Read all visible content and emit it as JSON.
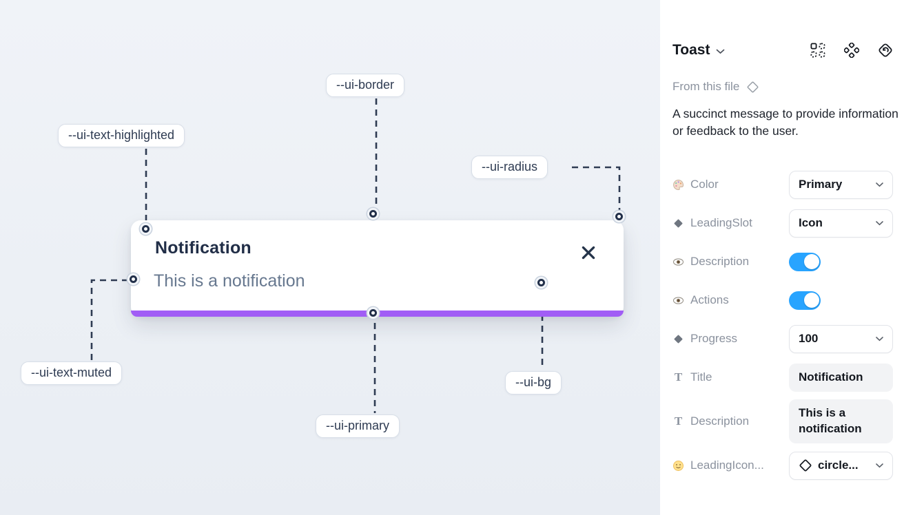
{
  "canvas": {
    "toast": {
      "title": "Notification",
      "description": "This is a notification"
    },
    "annotations": [
      {
        "label": "--ui-border"
      },
      {
        "label": "--ui-text-highlighted"
      },
      {
        "label": "--ui-radius"
      },
      {
        "label": "--ui-text-muted"
      },
      {
        "label": "--ui-primary"
      },
      {
        "label": "--ui-bg"
      }
    ]
  },
  "panel": {
    "title": "Toast",
    "source_label": "From this file",
    "description": "A succinct message to provide information or feedback to the user.",
    "properties": [
      {
        "icon": "palette-icon",
        "label": "Color",
        "control": "select",
        "value": "Primary"
      },
      {
        "icon": "diamond-icon",
        "label": "LeadingSlot",
        "control": "select",
        "value": "Icon"
      },
      {
        "icon": "eye-icon",
        "label": "Description",
        "control": "toggle",
        "value": "on"
      },
      {
        "icon": "eye-icon",
        "label": "Actions",
        "control": "toggle",
        "value": "on"
      },
      {
        "icon": "diamond-icon",
        "label": "Progress",
        "control": "select",
        "value": "100"
      },
      {
        "icon": "text-icon",
        "label": "Title",
        "control": "input",
        "value": "Notification"
      },
      {
        "icon": "text-icon",
        "label": "Description",
        "control": "textarea",
        "value": "This is a notification"
      },
      {
        "icon": "smiley-icon",
        "label": "LeadingIcon...",
        "control": "icon-select",
        "value": "circle..."
      }
    ]
  },
  "glyphs": {
    "text_icon": "T"
  },
  "colors": {
    "canvas_bg": "#ecf0f5",
    "toast_primary_bar": "#a15df5",
    "toggle_on": "#28a4ff",
    "navy_text": "#212e47",
    "muted_text": "#67788f",
    "label_gray": "#8b929e",
    "pill_border": "#d8dfe8",
    "connector": "#2e3b52"
  }
}
